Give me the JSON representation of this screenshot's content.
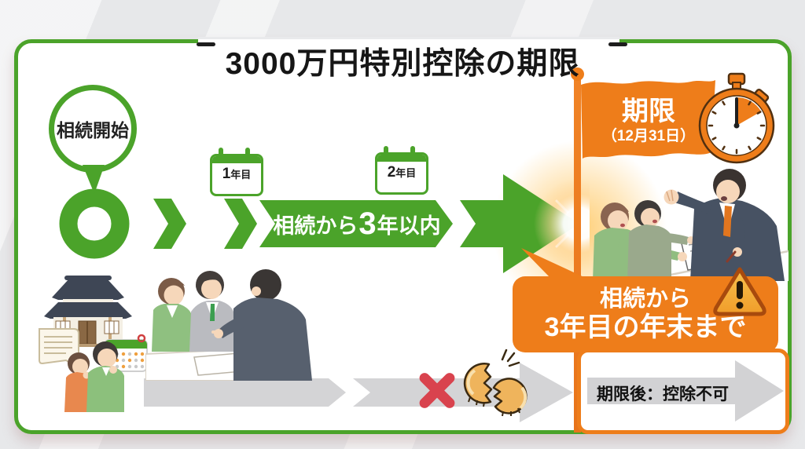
{
  "title": {
    "text": "3000万円特別控除の期限"
  },
  "timeline": {
    "start_bubble": "相続開始",
    "year1": {
      "num": "1",
      "suffix": "年目"
    },
    "year2": {
      "num": "2",
      "suffix": "年目"
    },
    "arrow": {
      "pre": "相続から",
      "num": "3",
      "post": "年以内"
    }
  },
  "deadline": {
    "flag_title": "期限",
    "flag_date": "（12月31日）",
    "summary_line1": "相続から",
    "summary_line2": "3年目の年末まで",
    "after_deadline": "期限後：控除不可"
  },
  "icons": {
    "calendar": "calendar-icon",
    "stopwatch": "stopwatch-icon",
    "flag": "deadline-flag-icon",
    "warning": "warning-triangle-icon",
    "cross": "red-cross-icon",
    "broken_coin": "broken-coin-icon",
    "house": "house-icon",
    "scroll": "scroll-document-icon"
  },
  "colors": {
    "green": "#4ba32a",
    "orange": "#ee7d1a",
    "warning_fill": "#f5ab31",
    "alert_red": "#d9434e",
    "gray_arrow": "#d4d4d6",
    "coin_gold": "#efb45c"
  }
}
